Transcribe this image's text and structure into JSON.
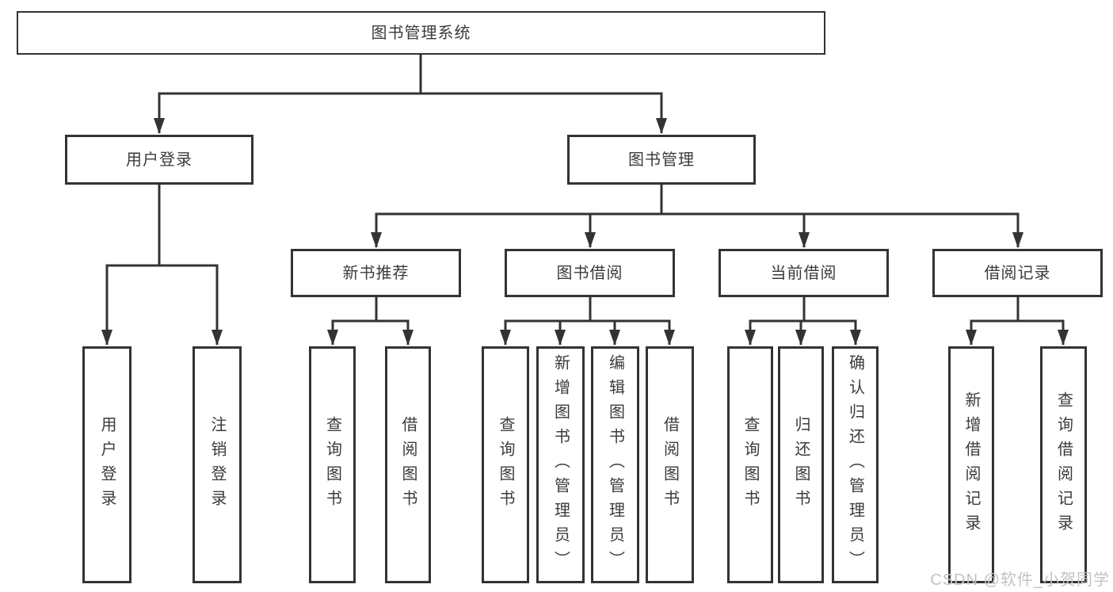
{
  "diagram": {
    "root": {
      "label": "图书管理系统"
    },
    "branches": [
      {
        "label": "用户登录",
        "children": [
          {
            "label": "用户登录"
          },
          {
            "label": "注销登录"
          }
        ]
      },
      {
        "label": "图书管理",
        "groups": [
          {
            "label": "新书推荐",
            "children": [
              {
                "label": "查询图书"
              },
              {
                "label": "借阅图书"
              }
            ]
          },
          {
            "label": "图书借阅",
            "children": [
              {
                "label": "查询图书"
              },
              {
                "label": "新增图书（管理员）"
              },
              {
                "label": "编辑图书（管理员）"
              },
              {
                "label": "借阅图书"
              }
            ]
          },
          {
            "label": "当前借阅",
            "children": [
              {
                "label": "查询图书"
              },
              {
                "label": "归还图书"
              },
              {
                "label": "确认归还（管理员）"
              }
            ]
          },
          {
            "label": "借阅记录",
            "children": [
              {
                "label": "新增借阅记录"
              },
              {
                "label": "查询借阅记录"
              }
            ]
          }
        ]
      }
    ],
    "watermark": "CSDN @软件_小贺同学",
    "colors": {
      "line": "#333333",
      "text": "#3b3b3b",
      "watermark": "#bfc3c7",
      "background": "#ffffff"
    }
  }
}
